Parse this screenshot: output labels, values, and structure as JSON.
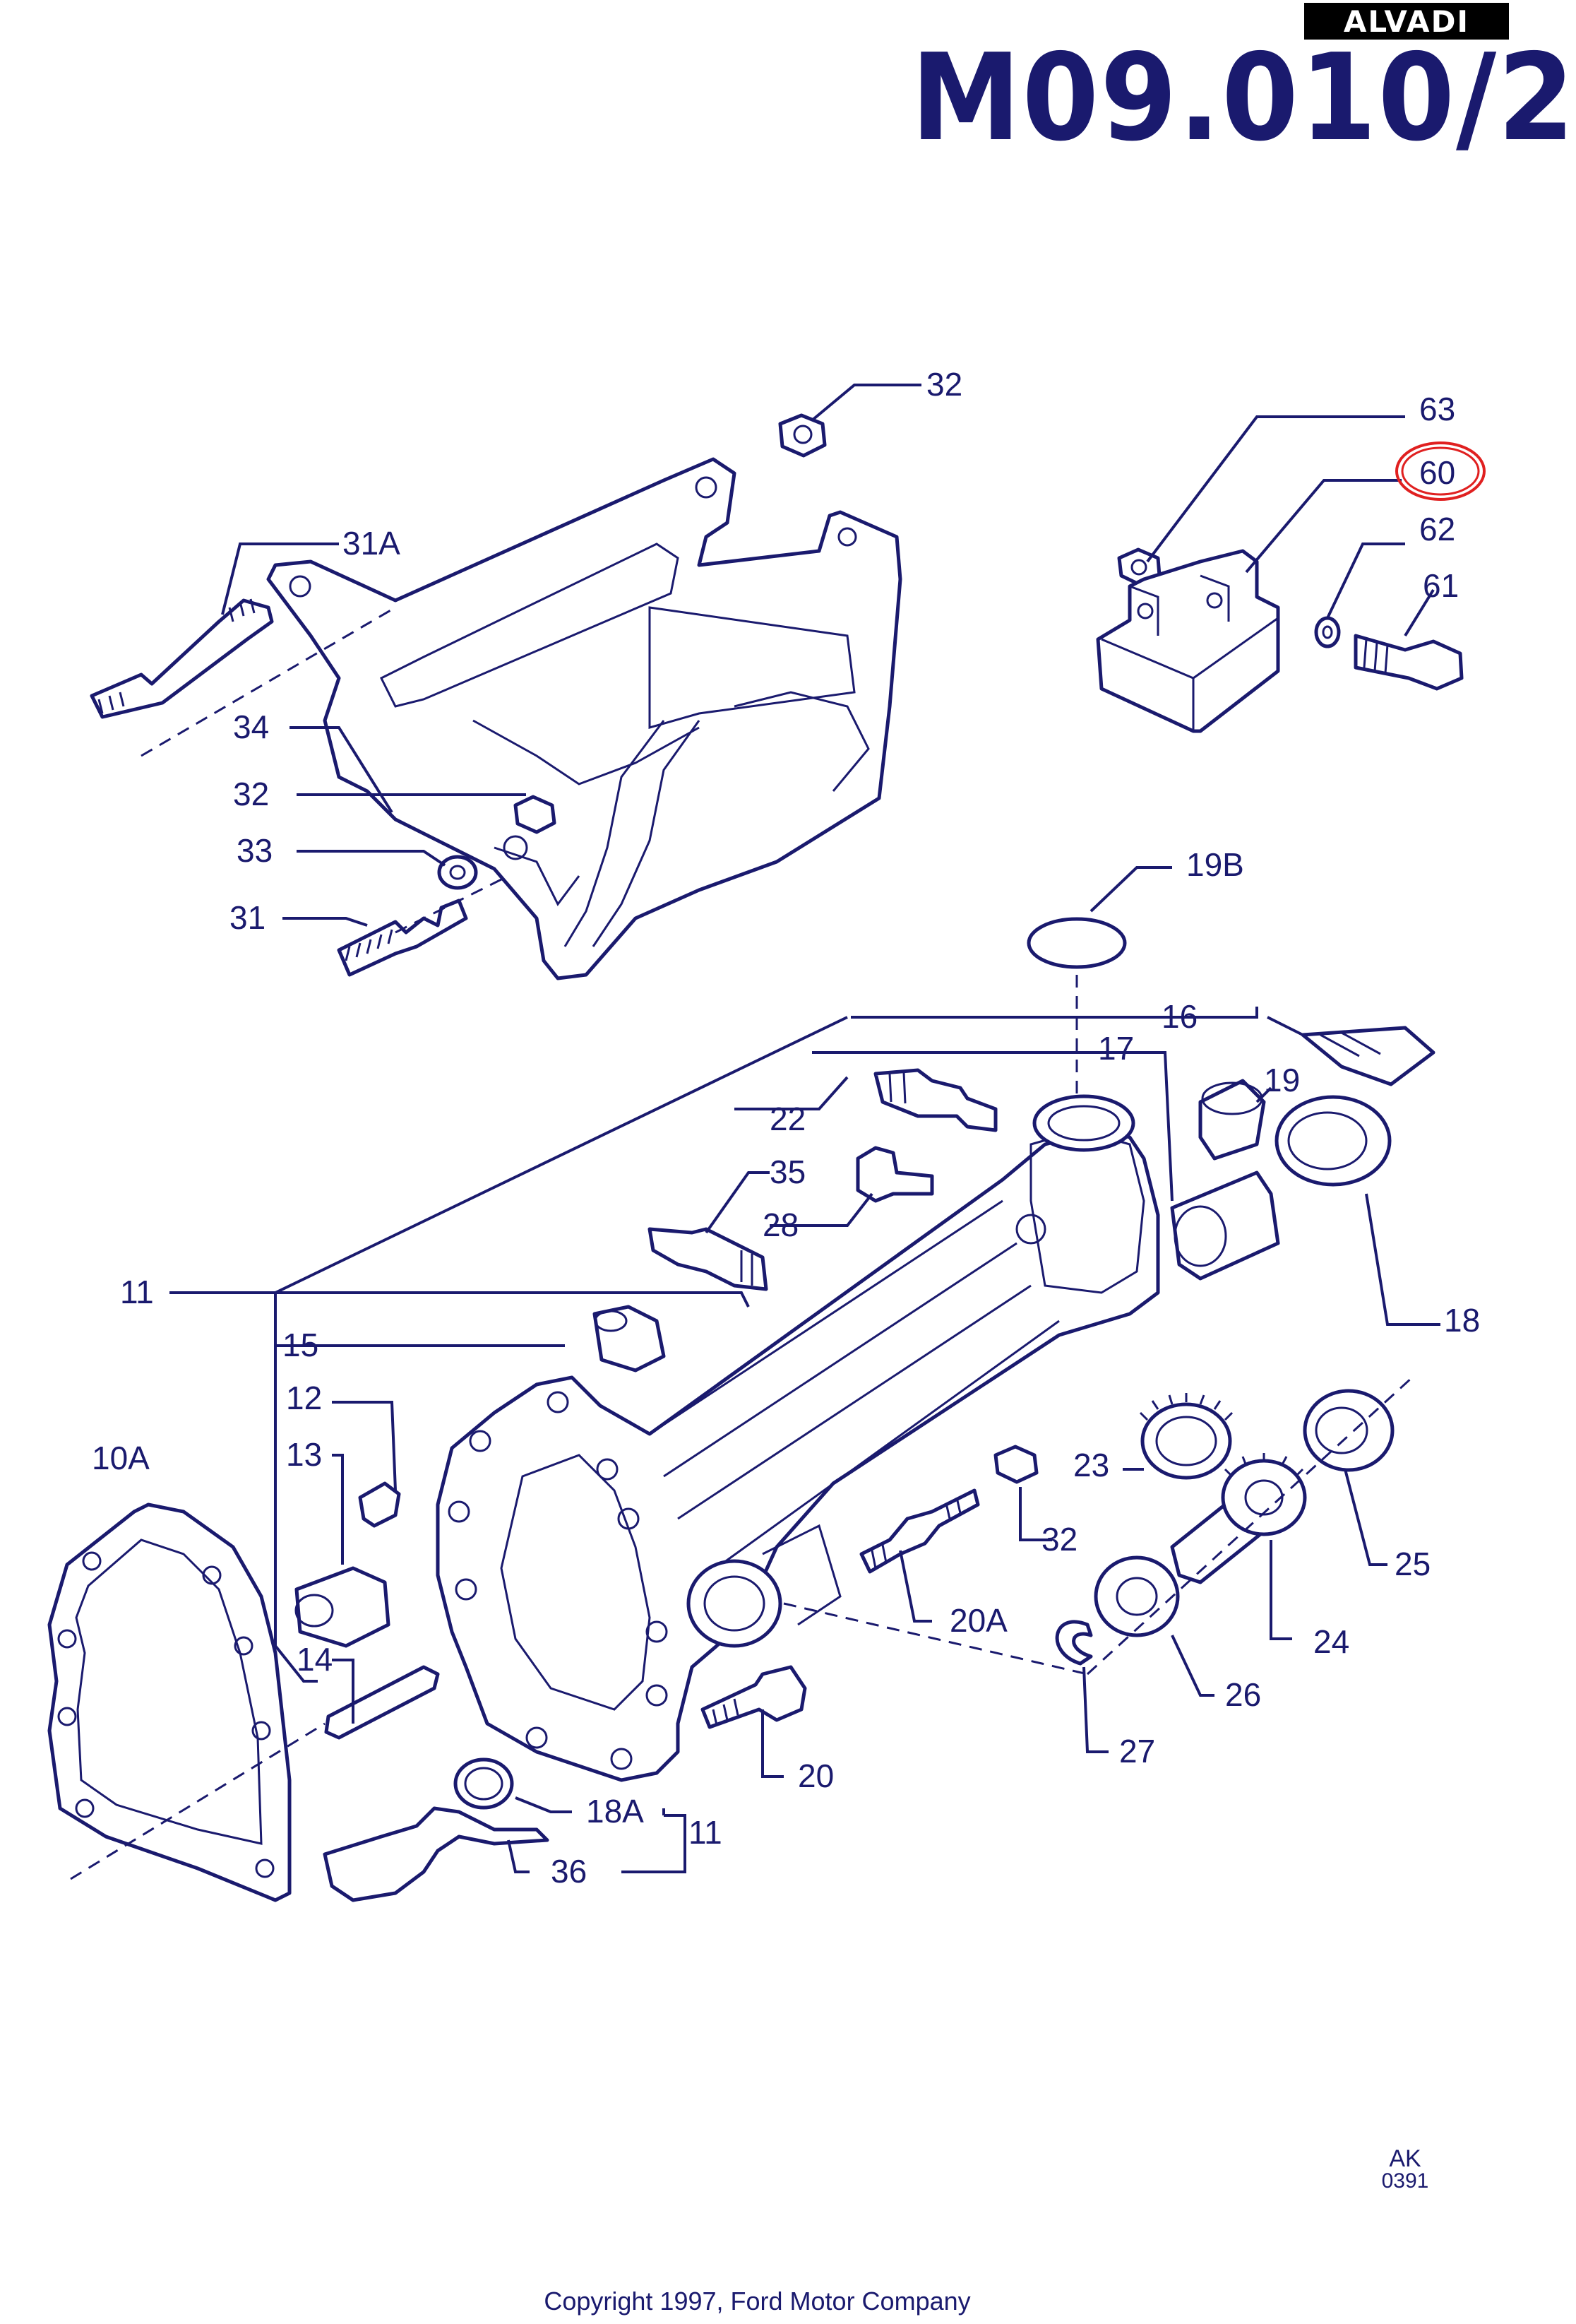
{
  "brand": "ALVADI",
  "page_code": "M09.010/2",
  "highlight_color": "#e02020",
  "ink_color": "#1a1a6e",
  "callouts": {
    "c32_top": "32",
    "c31a": "31A",
    "c34": "34",
    "c32_mid": "32",
    "c33": "33",
    "c31": "31",
    "c63": "63",
    "c60": "60",
    "c62": "62",
    "c61": "61",
    "c19b": "19B",
    "c16": "16",
    "c17": "17",
    "c19": "19",
    "c22": "22",
    "c35": "35",
    "c28": "28",
    "c18": "18",
    "c11_main": "11",
    "c15": "15",
    "c12": "12",
    "c13": "13",
    "c10a": "10A",
    "c14": "14",
    "c23": "23",
    "c32_low": "32",
    "c20a": "20A",
    "c25": "25",
    "c24": "24",
    "c26": "26",
    "c27": "27",
    "c20": "20",
    "c18a": "18A",
    "c11_low": "11",
    "c36": "36"
  },
  "drawing_ref": {
    "line1": "AK",
    "line2": "0391"
  },
  "copyright": "Copyright 1997, Ford Motor Company"
}
